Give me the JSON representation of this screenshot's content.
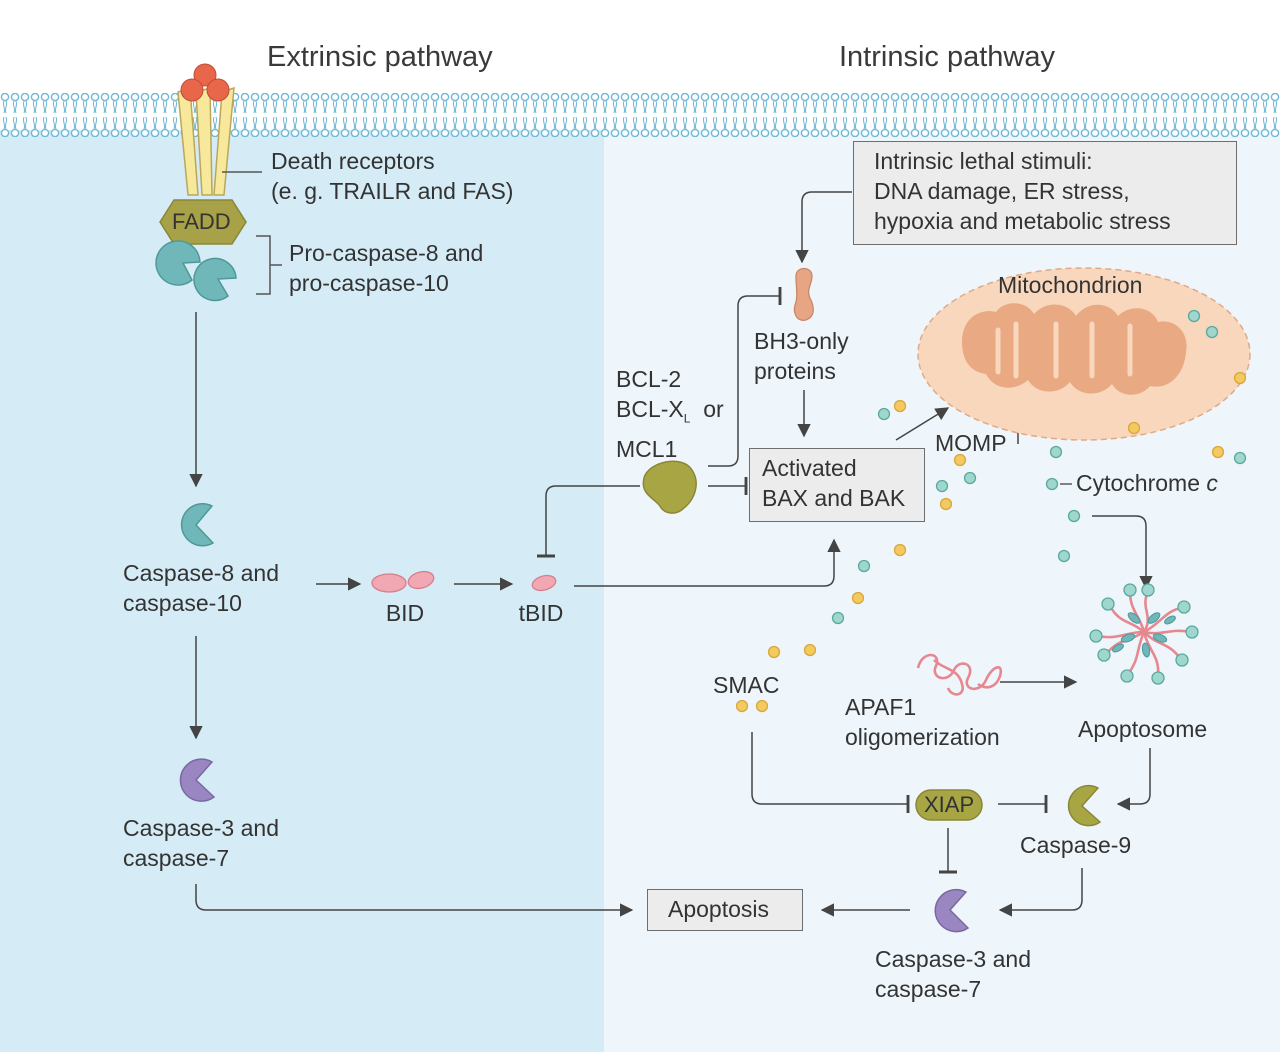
{
  "titles": {
    "extrinsic": "Extrinsic pathway",
    "intrinsic": "Intrinsic pathway"
  },
  "labels": {
    "death_receptors": [
      "Death receptors",
      "(e. g. TRAILR and FAS)"
    ],
    "fadd": "FADD",
    "pro_caspase": [
      "Pro-caspase-8 and",
      "pro-caspase-10"
    ],
    "caspase8": [
      "Caspase-8 and",
      "caspase-10"
    ],
    "caspase3_left": [
      "Caspase-3 and",
      "caspase-7"
    ],
    "bid": "BID",
    "tbid": "tBID",
    "bcl": {
      "bcl2": "BCL-2",
      "bclx": "BCL-X",
      "bclx_sub": "L",
      "or": "or",
      "mcl1": "MCL1"
    },
    "bh3": [
      "BH3-only",
      "proteins"
    ],
    "activated": [
      "Activated",
      "BAX and BAK"
    ],
    "stimuli": [
      "Intrinsic lethal stimuli:",
      "DNA damage, ER stress,",
      "hypoxia and metabolic stress"
    ],
    "mitochondrion": "Mitochondrion",
    "momp": "MOMP",
    "cytochrome": "Cytochrome",
    "cytochrome_c": "c",
    "smac": "SMAC",
    "apaf1": [
      "APAF1",
      "oligomerization"
    ],
    "apoptosome": "Apoptosome",
    "xiap": "XIAP",
    "caspase9": "Caspase-9",
    "apoptosis": "Apoptosis",
    "caspase3_right": [
      "Caspase-3 and",
      "caspase-7"
    ]
  },
  "colors": {
    "extrinsic_bg": "#d5ecf6",
    "intrinsic_bg": "#eef6fb",
    "membrane": "#6fb8d6",
    "caspase8": "#6fb7b8",
    "caspase3": "#9a87c2",
    "caspase9": "#a8a644",
    "bcl": "#a8a644",
    "bid": "#f2a8b3",
    "bh3": "#e7a584",
    "mito_outer": "#f8d7bd",
    "mito_inner": "#e9a983",
    "cytochrome": "#9fd6cd",
    "smac": "#f3c960",
    "receptor": "#f7e89b",
    "ligand": "#e8664a",
    "fadd": "#a7a247"
  }
}
